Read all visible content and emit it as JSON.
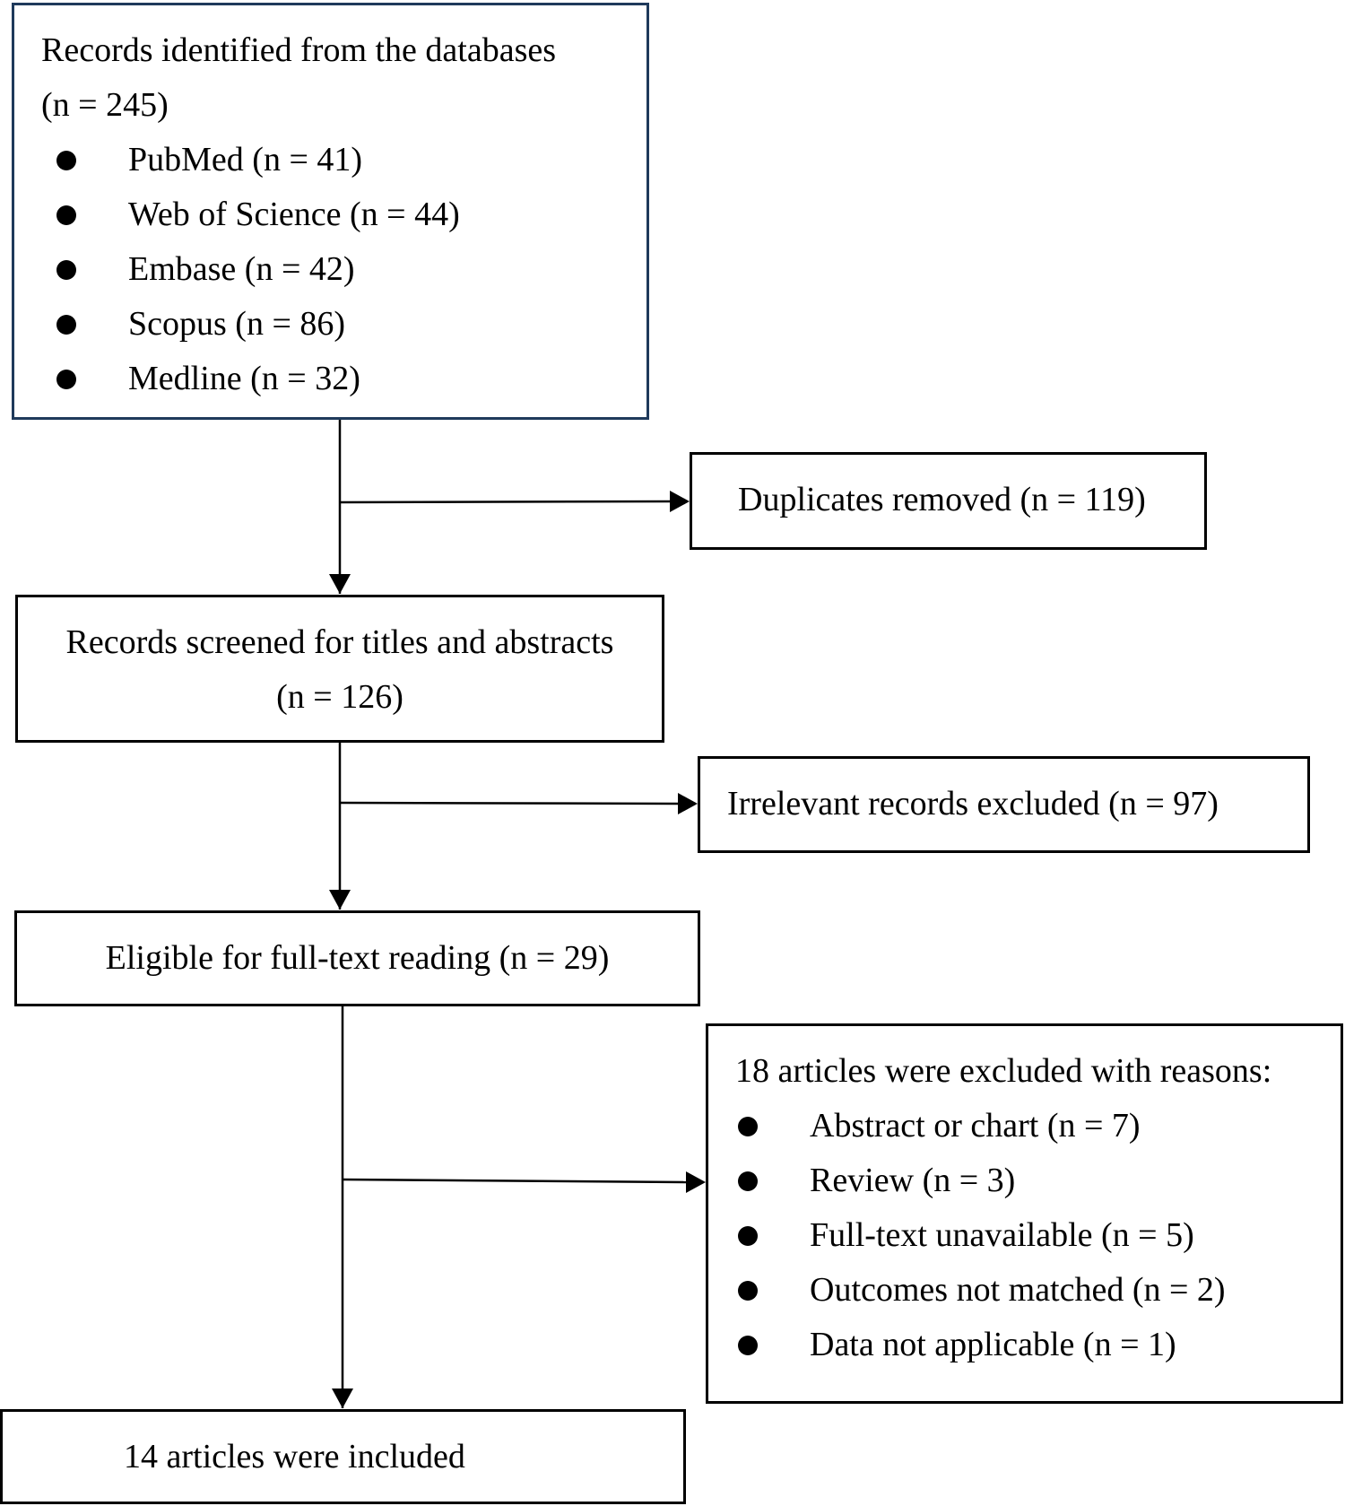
{
  "diagram": {
    "identified": {
      "title": "Records identified from the databases",
      "count": "(n = 245)",
      "sources": [
        "PubMed (n = 41)",
        "Web of Science (n = 44)",
        "Embase (n = 42)",
        "Scopus (n = 86)",
        "Medline (n = 32)"
      ]
    },
    "duplicates": "Duplicates removed (n = 119)",
    "screened": {
      "title": "Records screened for titles and abstracts",
      "count": "(n = 126)"
    },
    "irrelevant": "Irrelevant records excluded (n = 97)",
    "eligible": "Eligible for full-text reading (n = 29)",
    "excluded": {
      "title": "18 articles were excluded with reasons:",
      "reasons": [
        "Abstract or chart (n = 7)",
        "Review (n = 3)",
        "Full-text unavailable (n = 5)",
        "Outcomes not matched (n = 2)",
        "Data not applicable (n = 1)"
      ]
    },
    "included": "14 articles were included",
    "colors": {
      "line": "#000000",
      "first_box_border": "#1f3a5b"
    }
  }
}
